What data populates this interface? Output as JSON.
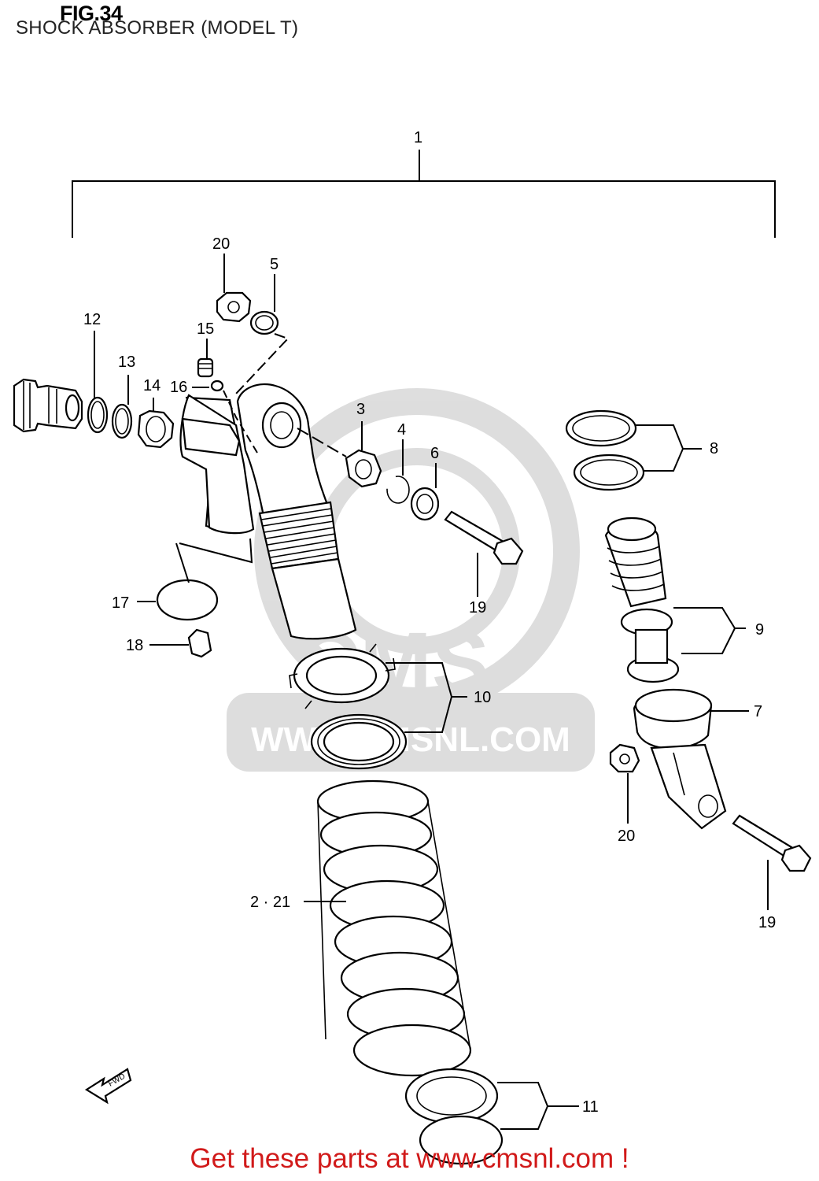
{
  "figure": {
    "title": "FIG.34",
    "subtitle": "SHOCK ABSORBER (MODEL T)"
  },
  "watermark": {
    "logo_text": "CMS",
    "url_text": "WWW.CMSNL.COM"
  },
  "callouts": [
    {
      "id": "1",
      "label": "1"
    },
    {
      "id": "20a",
      "label": "20"
    },
    {
      "id": "5",
      "label": "5"
    },
    {
      "id": "12",
      "label": "12"
    },
    {
      "id": "13",
      "label": "13"
    },
    {
      "id": "15",
      "label": "15"
    },
    {
      "id": "14",
      "label": "14"
    },
    {
      "id": "16",
      "label": "16"
    },
    {
      "id": "3",
      "label": "3"
    },
    {
      "id": "4",
      "label": "4"
    },
    {
      "id": "6",
      "label": "6"
    },
    {
      "id": "8",
      "label": "8"
    },
    {
      "id": "9",
      "label": "9"
    },
    {
      "id": "19a",
      "label": "19"
    },
    {
      "id": "17",
      "label": "17"
    },
    {
      "id": "18",
      "label": "18"
    },
    {
      "id": "10",
      "label": "10"
    },
    {
      "id": "7",
      "label": "7"
    },
    {
      "id": "20b",
      "label": "20"
    },
    {
      "id": "19b",
      "label": "19"
    },
    {
      "id": "2-21",
      "label": "2 · 21"
    },
    {
      "id": "11",
      "label": "11"
    }
  ],
  "direction_marker": "FWD",
  "footer": {
    "cta_text": "Get these parts at www.cmsnl.com !",
    "cta_color": "#d11a1a"
  }
}
